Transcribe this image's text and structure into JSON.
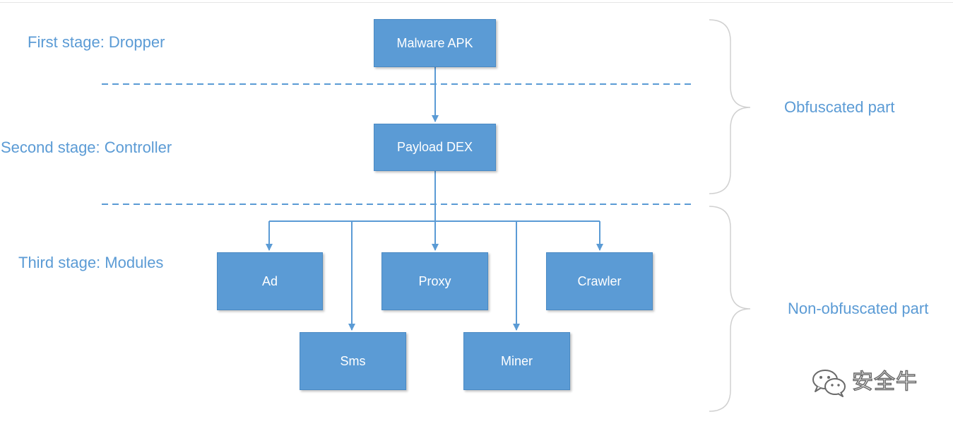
{
  "stages": {
    "first": "First stage: Dropper",
    "second": "Second stage: Controller",
    "third": "Third stage: Modules"
  },
  "nodes": {
    "malware_apk": "Malware APK",
    "payload_dex": "Payload DEX",
    "ad": "Ad",
    "proxy": "Proxy",
    "crawler": "Crawler",
    "sms": "Sms",
    "miner": "Miner"
  },
  "parts": {
    "obfuscated": "Obfuscated part",
    "non_obfuscated": "Non-obfuscated part"
  },
  "watermark": {
    "text": "安全牛",
    "icon": "wechat-icon"
  },
  "colors": {
    "accent": "#5b9bd5",
    "bracket": "#d0d0d0"
  }
}
